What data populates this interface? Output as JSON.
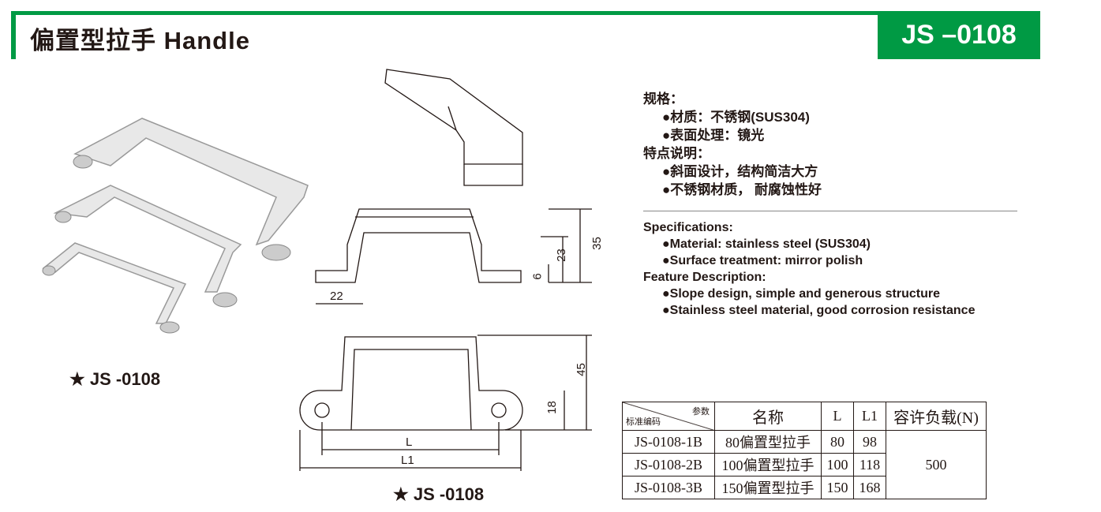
{
  "header": {
    "title": "偏置型拉手 Handle",
    "code": "JS –0108"
  },
  "spec_cn": {
    "heading1": "规格：",
    "item1": "●材质：不锈钢(SUS304)",
    "item2": "●表面处理：镜光",
    "heading2": "特点说明：",
    "item3": "●斜面设计，结构简洁大方",
    "item4": "●不锈钢材质， 耐腐蚀性好"
  },
  "spec_en": {
    "heading1": "Specifications:",
    "item1": "●Material: stainless steel (SUS304)",
    "item2": "●Surface treatment: mirror polish",
    "heading2": "Feature Description:",
    "item3": "●Slope design, simple and generous structure",
    "item4": "●Stainless steel material, good corrosion resistance"
  },
  "photo_caption": "★ JS -0108",
  "drawing_caption": "★ JS -0108",
  "dims": {
    "d22": "22",
    "d6": "6",
    "d23": "23",
    "d35": "35",
    "d45": "45",
    "d18": "18",
    "L": "L",
    "L1": "L1"
  },
  "table": {
    "corner_top": "参数",
    "corner_bottom": "标准编码",
    "headers": [
      "名称",
      "L",
      "L1",
      "容许负载(N)"
    ],
    "rows": [
      {
        "code": "JS-0108-1B",
        "name": "80偏置型拉手",
        "L": "80",
        "L1": "98"
      },
      {
        "code": "JS-0108-2B",
        "name": "100偏置型拉手",
        "L": "100",
        "L1": "118"
      },
      {
        "code": "JS-0108-3B",
        "name": "150偏置型拉手",
        "L": "150",
        "L1": "168"
      }
    ],
    "load": "500"
  },
  "colors": {
    "brand": "#009a44"
  }
}
